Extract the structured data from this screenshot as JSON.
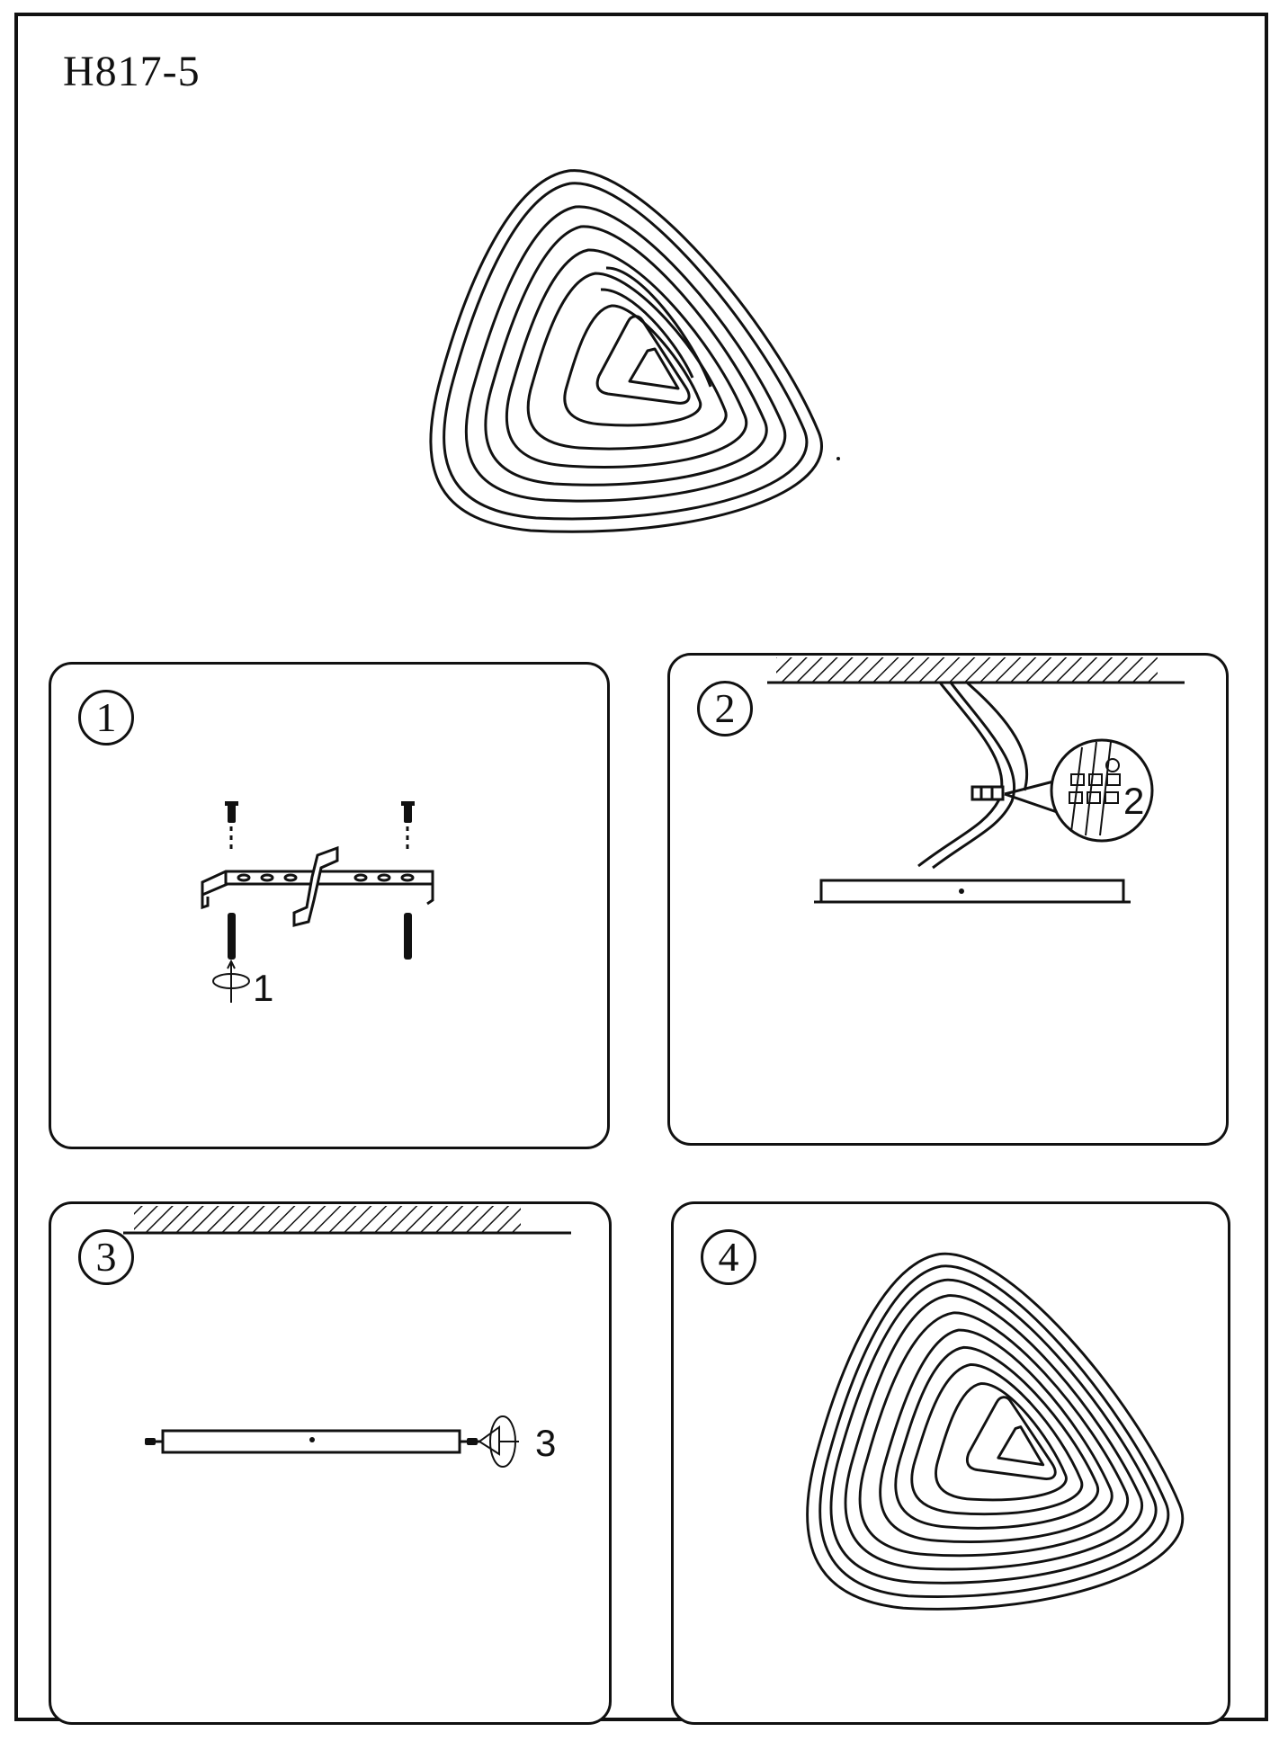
{
  "header": {
    "model": "H817-5"
  },
  "steps": [
    {
      "number": "1",
      "callout": "1"
    },
    {
      "number": "2",
      "callout": "2"
    },
    {
      "number": "3",
      "callout": "3"
    },
    {
      "number": "4"
    }
  ]
}
